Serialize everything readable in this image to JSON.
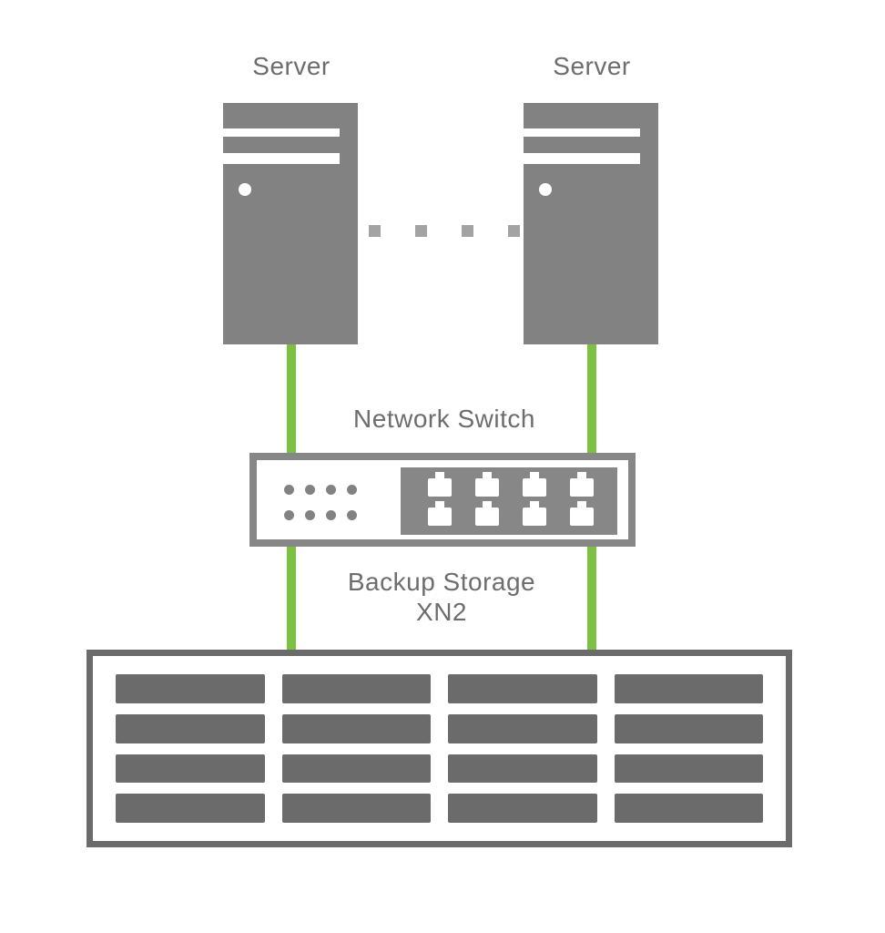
{
  "diagram": {
    "nodes": {
      "server_left": {
        "label": "Server"
      },
      "server_right": {
        "label": "Server"
      },
      "switch": {
        "label": "Network Switch",
        "led_count": 8,
        "port_count": 8
      },
      "storage": {
        "label_line1": "Backup Storage",
        "label_line2": "XN2",
        "bay_rows": 4,
        "bay_cols": 4
      }
    },
    "connections": {
      "server_to_server": {
        "style": "dashed",
        "dash_count": 4
      },
      "cables": {
        "style": "solid",
        "count": 2
      }
    },
    "colors": {
      "background": "#ffffff",
      "server_grey": "#828282",
      "switch_grey": "#878787",
      "storage_grey": "#6b6b6b",
      "text_grey": "#6d6d6d",
      "dash_grey": "#a3a3a3",
      "green": "#7cc142"
    }
  }
}
